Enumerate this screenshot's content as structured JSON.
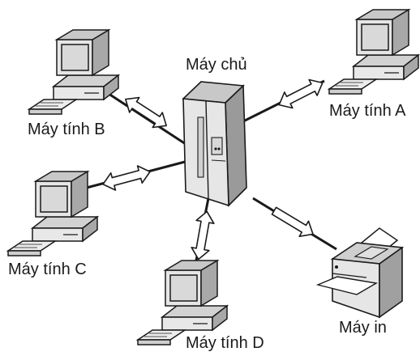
{
  "diagram": {
    "labels": {
      "server": "Máy chủ",
      "computer_a": "Máy tính A",
      "computer_b": "Máy tính B",
      "computer_c": "Máy tính C",
      "computer_d": "Máy tính D",
      "printer": "Máy in"
    },
    "nodes": [
      {
        "id": "server",
        "kind": "server",
        "icon": "server-icon"
      },
      {
        "id": "computer_a",
        "kind": "computer",
        "icon": "computer-icon"
      },
      {
        "id": "computer_b",
        "kind": "computer",
        "icon": "computer-icon"
      },
      {
        "id": "computer_c",
        "kind": "computer",
        "icon": "computer-icon"
      },
      {
        "id": "computer_d",
        "kind": "computer",
        "icon": "computer-icon"
      },
      {
        "id": "printer",
        "kind": "printer",
        "icon": "printer-icon"
      }
    ],
    "links": [
      {
        "from": "server",
        "to": "computer_a",
        "direction": "both"
      },
      {
        "from": "server",
        "to": "computer_b",
        "direction": "both"
      },
      {
        "from": "server",
        "to": "computer_c",
        "direction": "both"
      },
      {
        "from": "server",
        "to": "computer_d",
        "direction": "both"
      },
      {
        "from": "server",
        "to": "printer",
        "direction": "to"
      }
    ],
    "colors": {
      "line": "#1a1a1a",
      "device_light": "#e6e6e6",
      "device_mid": "#c8c8c8",
      "device_dark": "#9a9a9a",
      "screen": "#d9d9d9",
      "arrow_fill": "#ffffff"
    }
  }
}
